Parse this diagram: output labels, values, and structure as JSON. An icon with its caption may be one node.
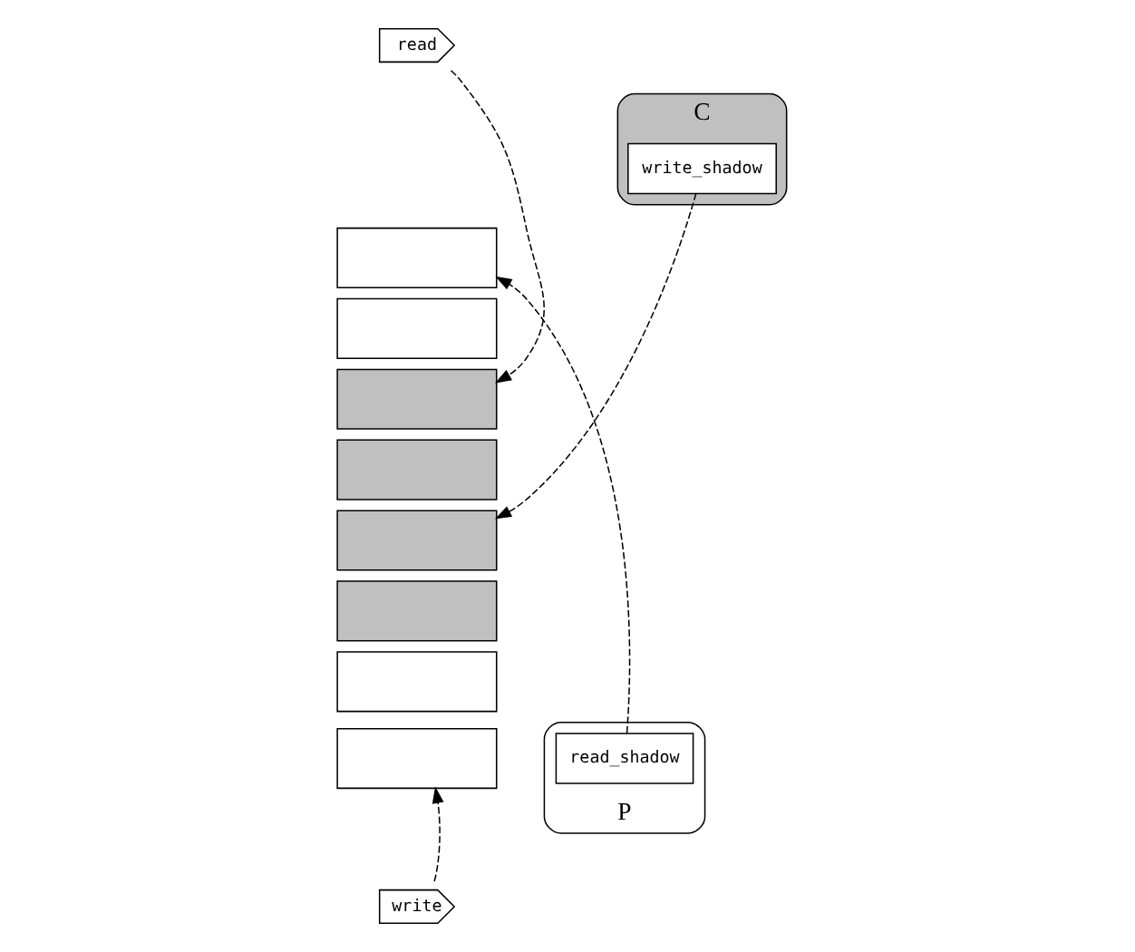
{
  "diagram": {
    "nodes": [
      {
        "text": [
          "read"
        ]
      },
      {
        "text": [
          "C"
        ]
      },
      {
        "text": [
          "write_shadow"
        ],
        "in": 1
      },
      {
        "text": [],
        "shape": "box"
      },
      {
        "text": [],
        "shape": "box"
      },
      {
        "text": [],
        "shape": "box"
      },
      {
        "text": [],
        "shape": "box"
      },
      {
        "text": [],
        "shape": "box"
      },
      {
        "text": [],
        "shape": "box"
      },
      {
        "text": [],
        "shape": "box"
      },
      {
        "text": [],
        "shape": "box"
      },
      {
        "text": [
          "P"
        ]
      },
      {
        "text": [
          "read_shadow"
        ],
        "in": 11
      },
      {
        "text": [
          "write"
        ]
      }
    ],
    "edges": [
      {
        "from": 0,
        "to": 5,
        "arrow": "to",
        "style": "dashed"
      },
      {
        "from": 2,
        "to": 7,
        "arrow": "to",
        "style": "dashed"
      },
      {
        "from": 12,
        "to": 3,
        "arrow": "to",
        "style": "dashed"
      },
      {
        "from": 13,
        "to": 10,
        "arrow": "to",
        "style": "dashed"
      }
    ]
  }
}
